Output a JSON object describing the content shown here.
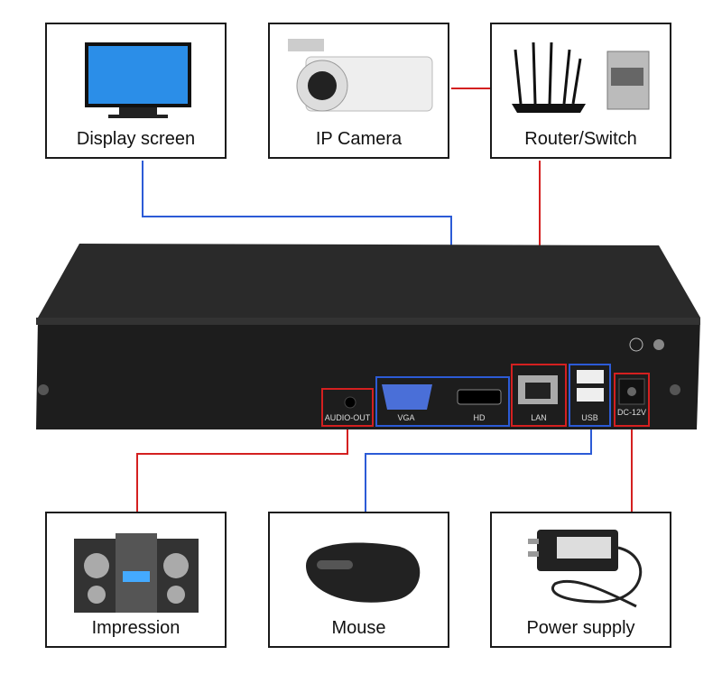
{
  "devices_top": [
    {
      "label": "Display screen",
      "icon": "monitor-icon"
    },
    {
      "label": "IP Camera",
      "icon": "camera-icon"
    },
    {
      "label": "Router/Switch",
      "icon": "router-icon"
    }
  ],
  "devices_bottom": [
    {
      "label": "Impression",
      "icon": "speaker-icon"
    },
    {
      "label": "Mouse",
      "icon": "mouse-icon"
    },
    {
      "label": "Power supply",
      "icon": "power-adapter-icon"
    }
  ],
  "ports": {
    "audio": "AUDIO-OUT",
    "vga": "VGA",
    "hd": "HD",
    "lan": "LAN",
    "usb": "USB",
    "dc": "DC-12V"
  },
  "colors": {
    "red": "#d42020",
    "blue": "#2c5bd6",
    "body": "#1f1f1f"
  }
}
